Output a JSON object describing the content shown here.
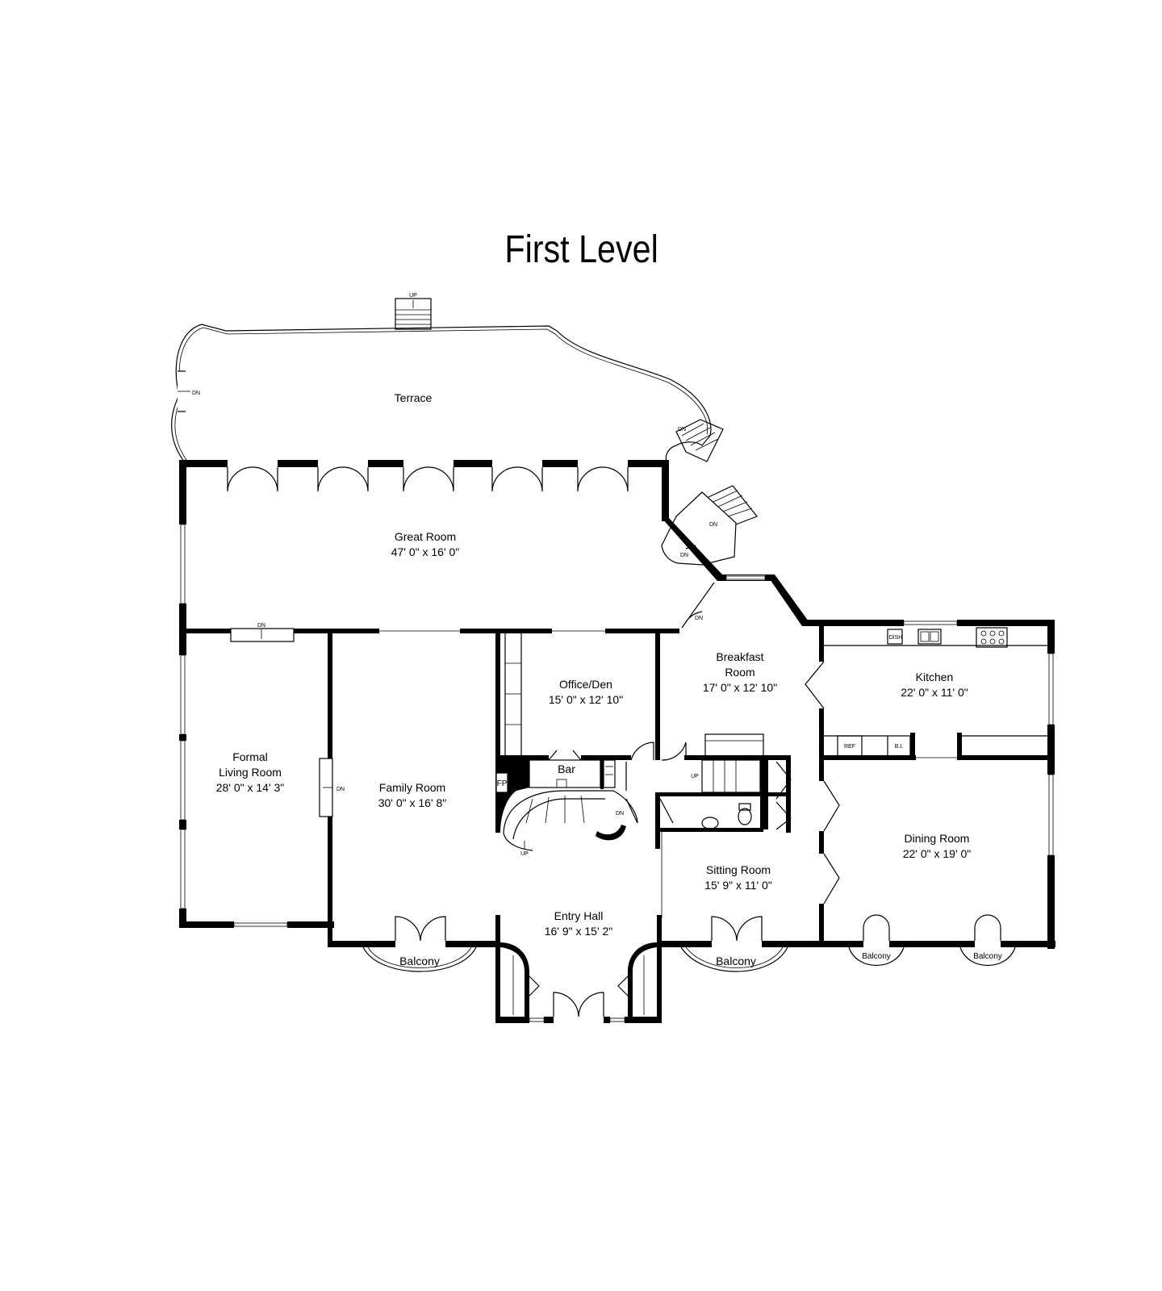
{
  "title": "First Level",
  "rooms": {
    "terrace": {
      "name": "Terrace"
    },
    "great_room": {
      "name": "Great Room",
      "dims": "47' 0\" x 16' 0\""
    },
    "breakfast_room": {
      "name_line1": "Breakfast",
      "name_line2": "Room",
      "dims": "17' 0\" x 12' 10\""
    },
    "kitchen": {
      "name": "Kitchen",
      "dims": "22' 0\" x 11' 0\""
    },
    "office_den": {
      "name": "Office/Den",
      "dims": "15' 0\" x 12' 10\""
    },
    "formal_living_room": {
      "name_line1": "Formal",
      "name_line2": "Living Room",
      "dims": "28' 0\" x 14' 3\""
    },
    "family_room": {
      "name": "Family Room",
      "dims": "30' 0\" x 16' 8\""
    },
    "bar": {
      "name": "Bar"
    },
    "dining_room": {
      "name": "Dining Room",
      "dims": "22' 0\" x 19' 0\""
    },
    "sitting_room": {
      "name": "Sitting Room",
      "dims": "15' 9\" x 11' 0\""
    },
    "entry_hall": {
      "name": "Entry Hall",
      "dims": "16' 9\" x 15' 2\""
    }
  },
  "balconies": [
    "Balcony",
    "Balcony",
    "Balcony",
    "Balcony"
  ],
  "fixtures": {
    "fireplace": "FP",
    "refrigerator": "REF",
    "built_in": "B.I.",
    "dishwasher": "DISH"
  },
  "stair_labels": {
    "up": "UP",
    "down": "DN"
  }
}
